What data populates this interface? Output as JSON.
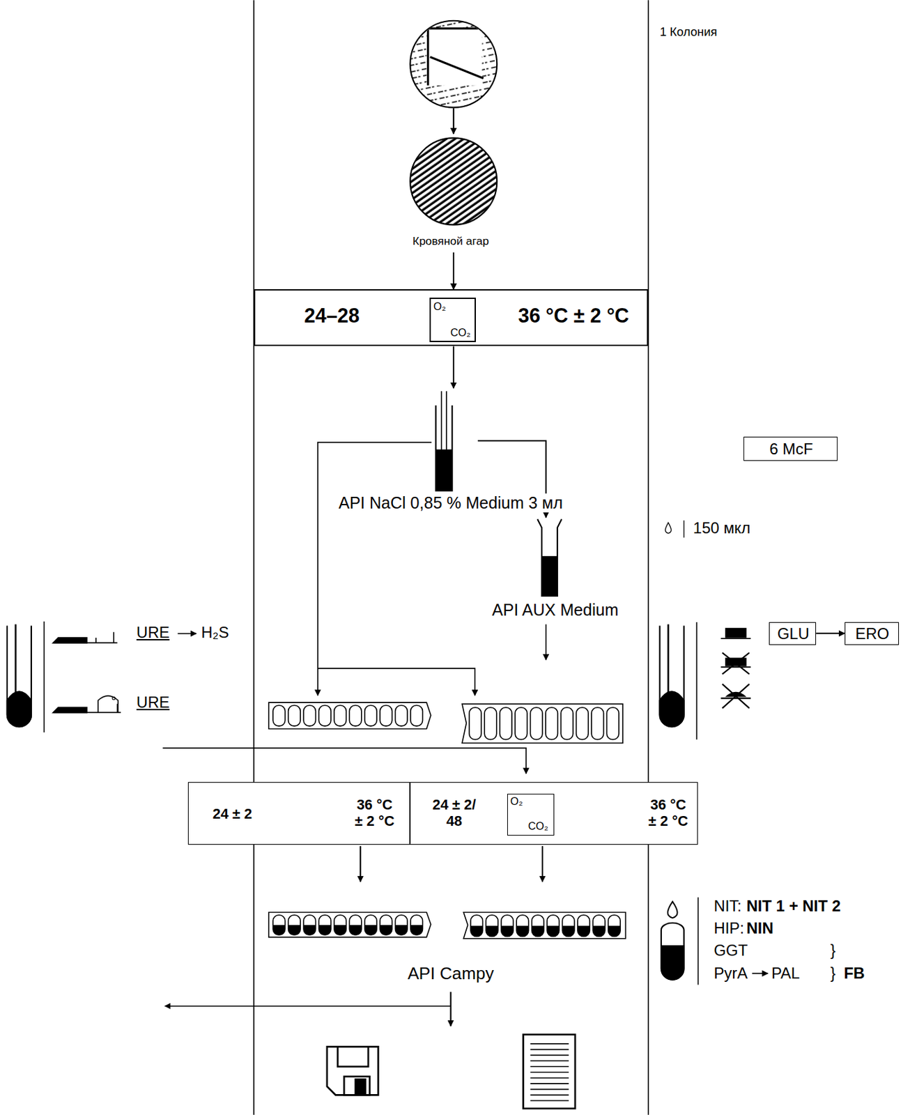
{
  "diagram": {
    "nodes": [
      {
        "text": [
          "Кровяной агар"
        ]
      },
      {
        "text": [
          "24–28",
          "36 °C ± 2 °C"
        ]
      },
      {
        "text": [
          "O₂",
          "CO₂"
        ],
        "in": 1
      },
      {
        "text": [
          "API NaCl 0,85 % Medium 3 мл"
        ]
      },
      {
        "text": [
          "6 McF"
        ]
      },
      {
        "text": [
          "API AUX Medium"
        ]
      },
      {
        "text": [
          "GLU"
        ]
      },
      {
        "text": [
          "ERO"
        ]
      },
      {
        "text": [
          "24 ± 2",
          "36 °C ± 2 °C"
        ]
      },
      {
        "text": [
          "24 ± 2/ 48",
          "36 °C ± 2 °C"
        ]
      },
      {
        "text": [
          "O₂",
          "CO₂"
        ],
        "in": 9
      }
    ],
    "edges": [
      {
        "from": 0,
        "to": 1,
        "arrow": "to"
      },
      {
        "from": 1,
        "to": 3,
        "arrow": "to"
      },
      {
        "from": 3,
        "to": 5,
        "arrow": "to"
      },
      {
        "from": 6,
        "to": 7,
        "arrow": "to"
      }
    ],
    "labels": [
      "1 Колония",
      "150 мкл",
      "URE",
      "H₂S",
      "URE",
      "API Campy",
      "NIT:",
      "NIT 1 + NIT 2",
      "HIP:",
      "NIN",
      "GGT",
      "}",
      "PyrA",
      "PAL",
      "}",
      "FB"
    ]
  }
}
